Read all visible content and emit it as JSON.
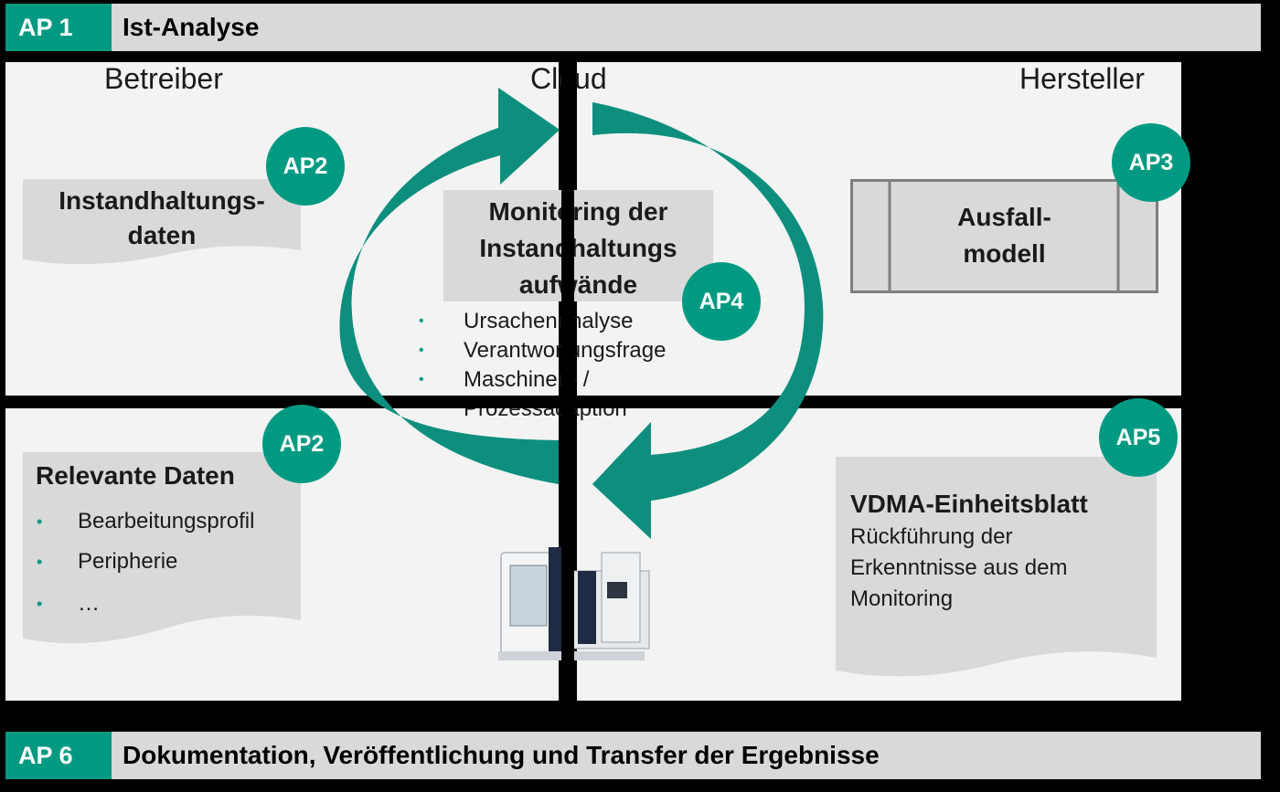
{
  "top_bar": {
    "tag": "AP 1",
    "title": "Ist-Analyse"
  },
  "bottom_bar": {
    "tag": "AP 6",
    "title": "Dokumentation, Veröffentlichung und Transfer der Ergebnisse"
  },
  "headings": {
    "left": "Betreiber",
    "center": "Cloud",
    "right": "Hersteller"
  },
  "work_packages": {
    "ap2_top": "AP2",
    "ap3": "AP3",
    "ap4": "AP4",
    "ap2_bottom": "AP2",
    "ap5": "AP5"
  },
  "maintenance_data": {
    "line1": "Instandhaltungs-",
    "line2": "daten"
  },
  "monitoring": {
    "line1": "Monitoring der",
    "line2": "Instandhaltungs",
    "line3": "aufwände",
    "items": [
      "Ursachenanalyse",
      "Verantwortungsfrage",
      "Maschinen- /",
      "Prozessadaption"
    ]
  },
  "failure_model": {
    "line1": "Ausfall-",
    "line2": "modell"
  },
  "relevant_data": {
    "title": "Relevante Daten",
    "items": [
      "Bearbeitungsprofil",
      "Peripherie",
      "…"
    ]
  },
  "vdma": {
    "title": "VDMA-Einheitsblatt",
    "line1": "Rückführung der",
    "line2": "Erkenntnisse aus dem",
    "line3": "Monitoring"
  },
  "colors": {
    "accent": "#009a82",
    "arrow": "#0e8f7e",
    "box": "#d9d9d9",
    "panel": "#f3f3f3"
  },
  "icons": {
    "bullet": "bullet-dot",
    "machine": "machine-tool-image"
  }
}
